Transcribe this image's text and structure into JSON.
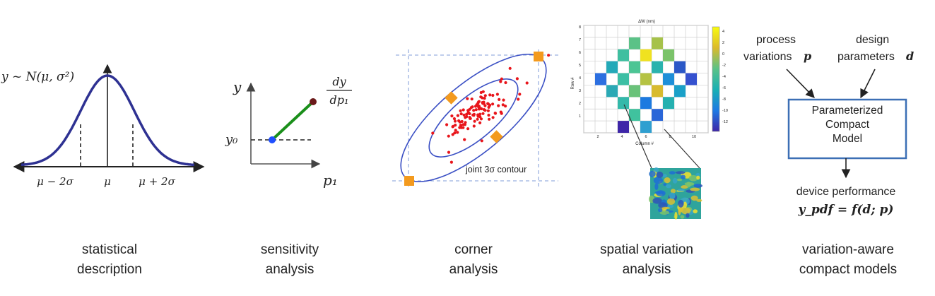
{
  "panel1": {
    "dist_label": "y ~ N(μ, σ²)",
    "tick_left": "μ − 2σ",
    "tick_mid": "μ",
    "tick_right": "μ + 2σ",
    "caption_line1": "statistical",
    "caption_line2": "description"
  },
  "panel2": {
    "y_axis": "y",
    "y0_label": "y₀",
    "x_axis": "p₁",
    "deriv_num": "dy",
    "deriv_den": "dp₁",
    "caption_line1": "sensitivity",
    "caption_line2": "analysis"
  },
  "panel3": {
    "contour_label": "joint 3σ contour",
    "caption_line1": "corner",
    "caption_line2": "analysis"
  },
  "panel4": {
    "map_title": "ΔW (nm)",
    "x_axis": "Column #",
    "y_axis": "Row #",
    "x_ticks": [
      "2",
      "4",
      "6",
      "8",
      "10"
    ],
    "y_ticks": [
      "8",
      "7",
      "6",
      "5",
      "4",
      "3",
      "2",
      "1"
    ],
    "colorbar_ticks": [
      "4",
      "2",
      "0",
      "-2",
      "-4",
      "-6",
      "-8",
      "-10",
      "-12"
    ],
    "caption_line1": "spatial variation",
    "caption_line2": "analysis"
  },
  "panel5": {
    "input1_line1": "process",
    "input1_line2": "variations",
    "input1_sym": "p",
    "input2_line1": "design",
    "input2_line2": "parameters",
    "input2_sym": "d",
    "box_line1": "Parameterized",
    "box_line2": "Compact",
    "box_line3": "Model",
    "output_label": "device performance",
    "output_eq": "y_pdf = f(d; p)",
    "caption_line1": "variation-aware",
    "caption_line2": "compact models"
  },
  "colors": {
    "curve": "#2e3192",
    "line_green": "#1a8f1a",
    "point_blue": "#1f4fff",
    "point_dark": "#6b1a1a",
    "scatter": "#e8151b",
    "corner": "#f39a1e",
    "box_border": "#3c6fb5"
  }
}
